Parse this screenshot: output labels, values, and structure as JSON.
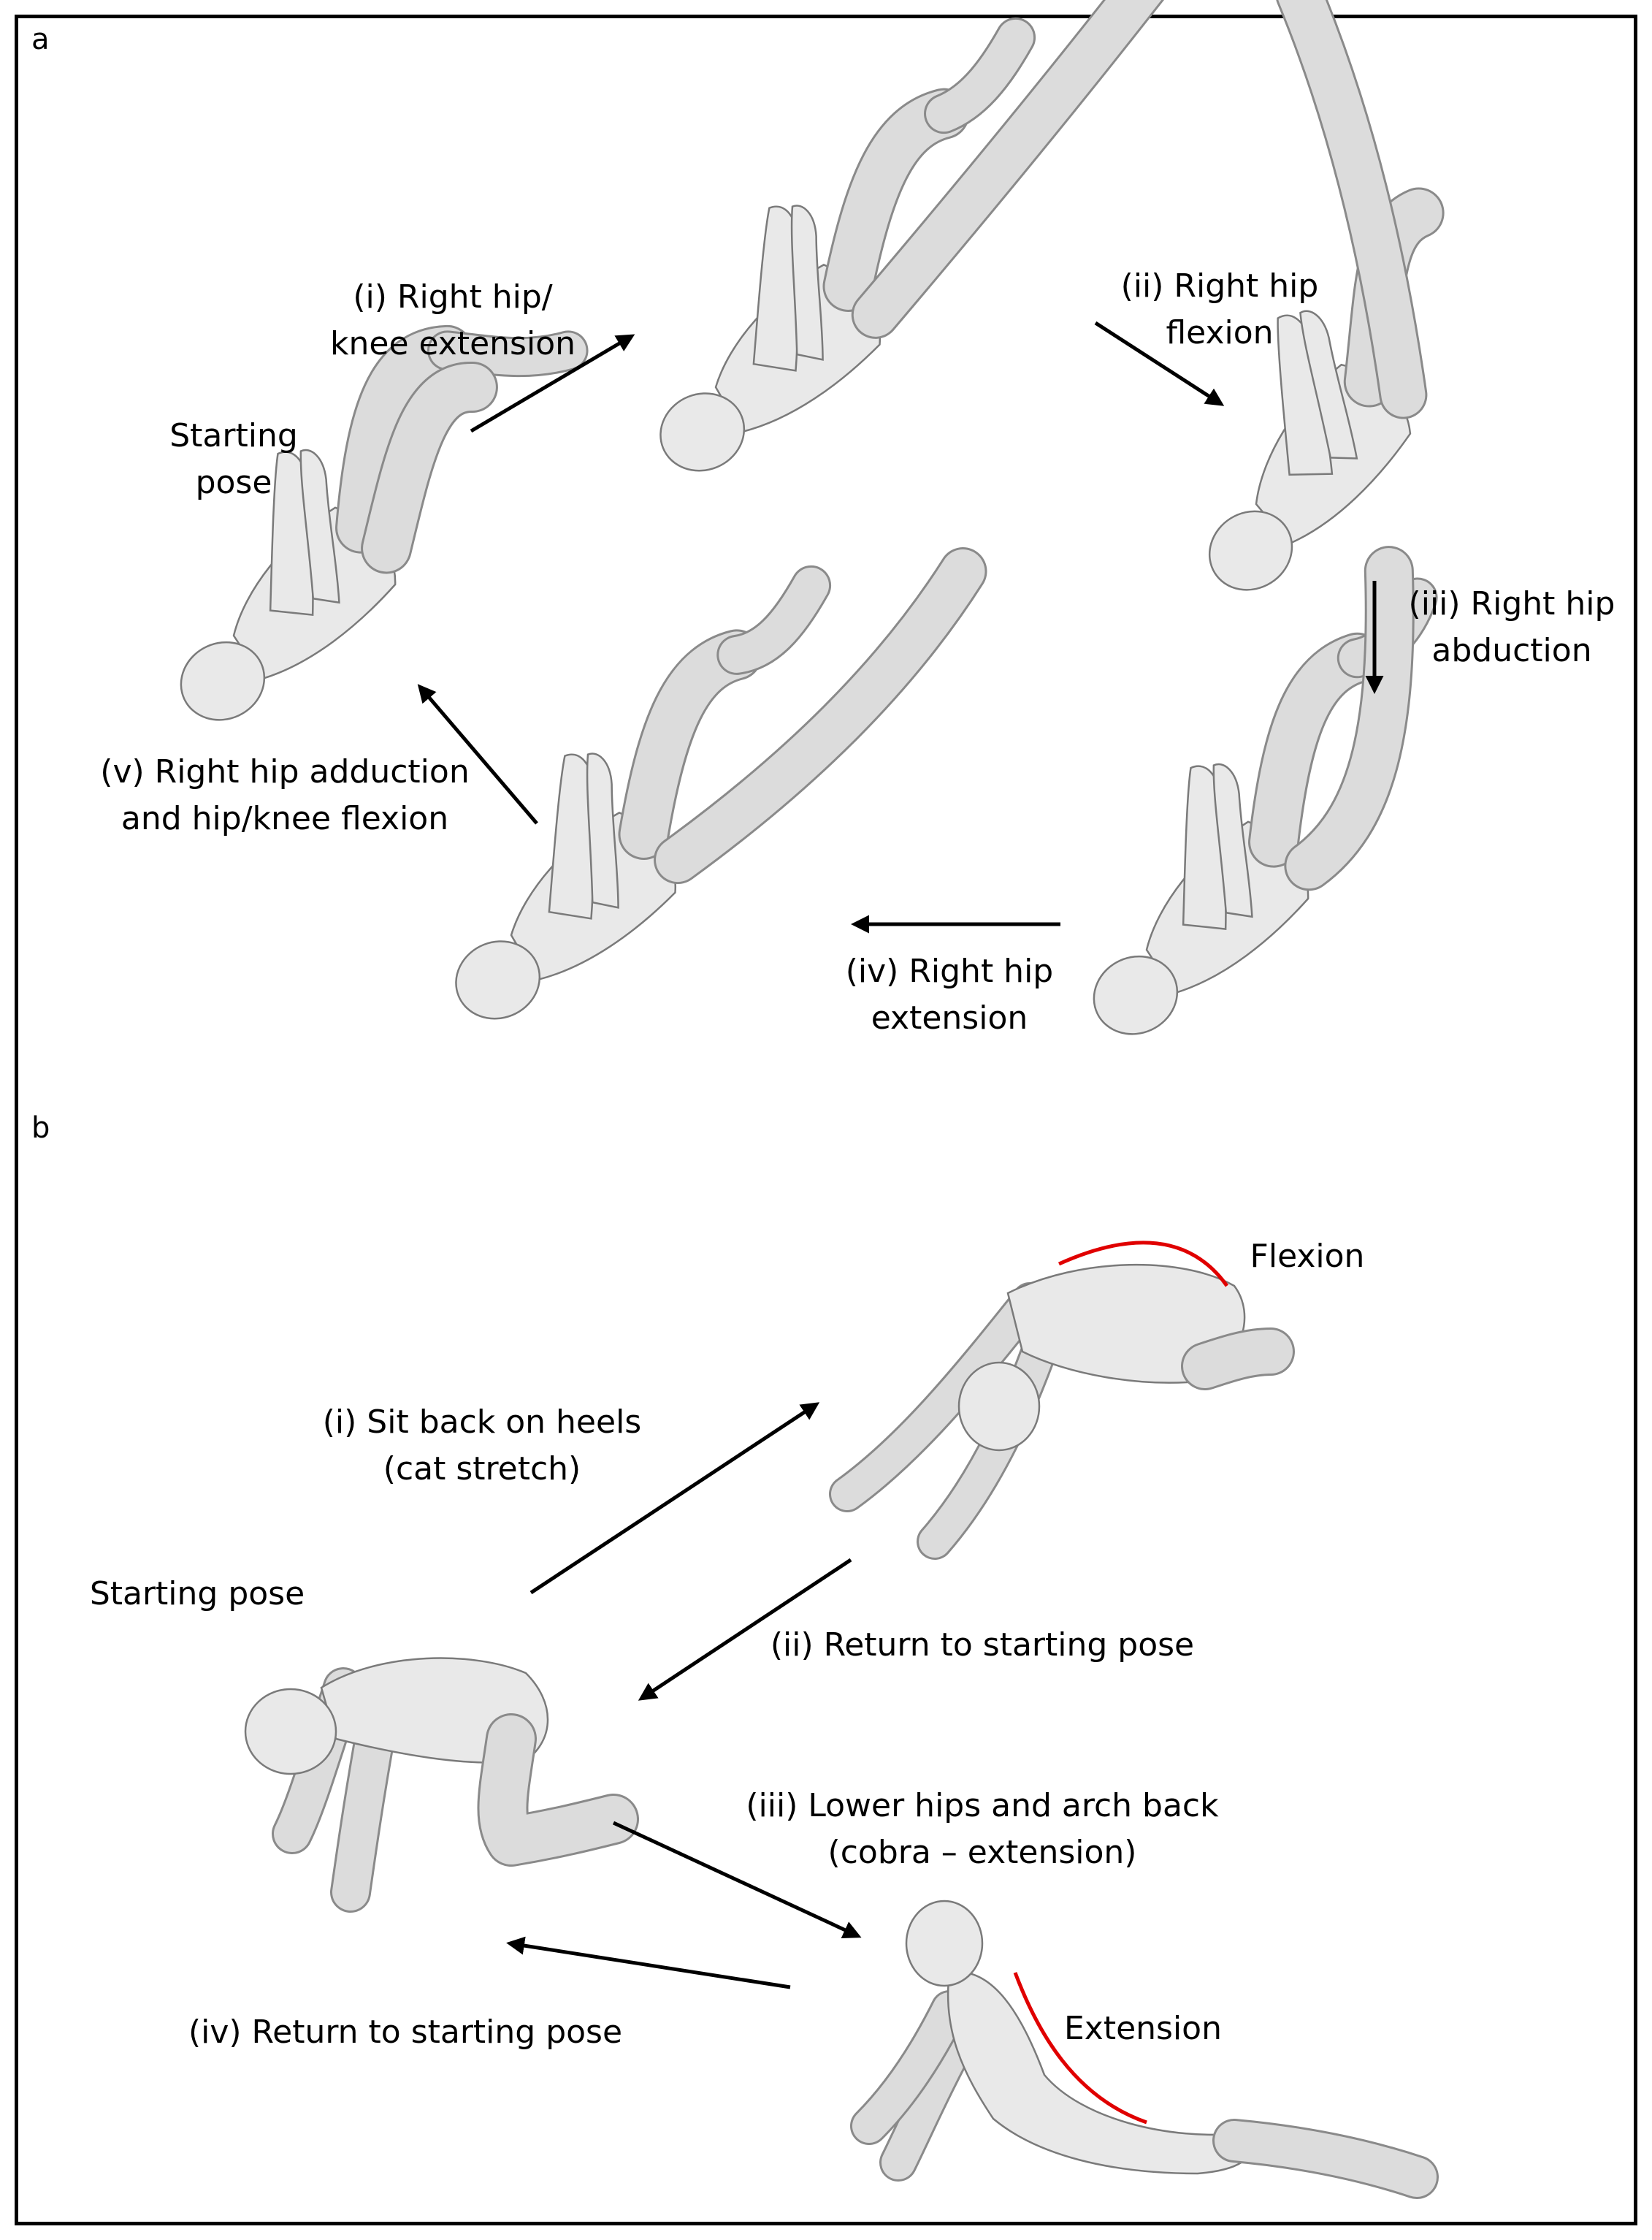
{
  "panel_a": {
    "letter": "a",
    "starting_pose": [
      "Starting",
      "pose"
    ],
    "steps": [
      {
        "lines": [
          "(i) Right hip/",
          "knee extension"
        ]
      },
      {
        "lines": [
          "(ii) Right hip",
          "flexion"
        ]
      },
      {
        "lines": [
          "(iii) Right hip",
          "abduction"
        ]
      },
      {
        "lines": [
          "(iv) Right hip",
          "extension"
        ]
      },
      {
        "lines": [
          "(v) Right hip adduction",
          "and hip/knee flexion"
        ]
      }
    ]
  },
  "panel_b": {
    "letter": "b",
    "starting_pose": "Starting pose",
    "steps": [
      {
        "lines": [
          "(i) Sit back on heels",
          "(cat stretch)"
        ]
      },
      {
        "lines": [
          "(ii) Return to starting pose"
        ]
      },
      {
        "lines": [
          "(iii) Lower hips and arch back",
          "(cobra – extension)"
        ]
      },
      {
        "lines": [
          "(iv) Return to starting pose"
        ]
      }
    ],
    "flexion_label": "Flexion",
    "extension_label": "Extension",
    "highlight_color": "#e00000"
  }
}
